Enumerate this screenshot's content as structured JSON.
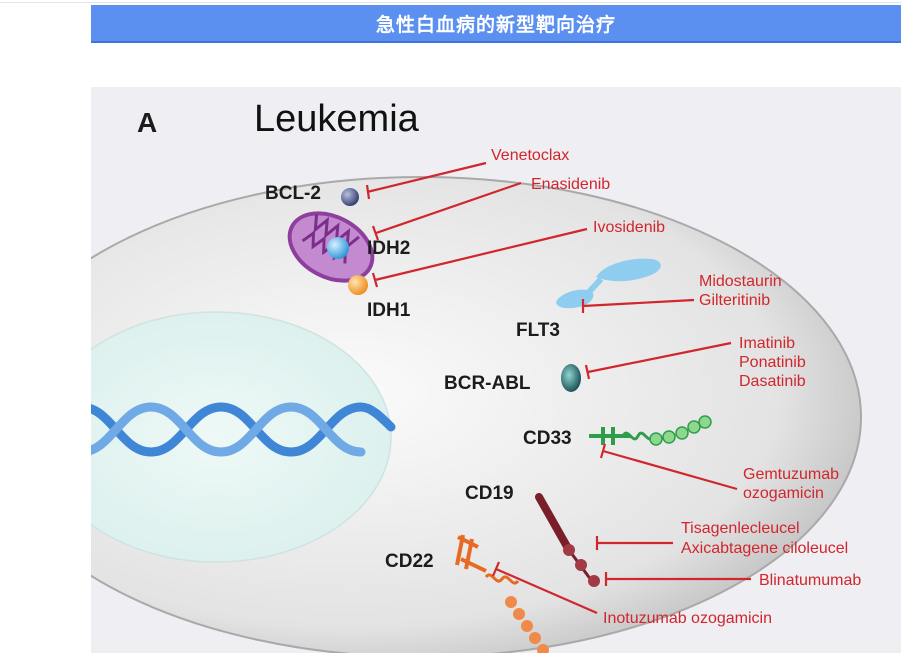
{
  "header": {
    "title": "急性白血病的新型靶向治疗"
  },
  "figure": {
    "panel_letter": "A",
    "title": "Leukemia",
    "targets": {
      "bcl2": "BCL-2",
      "idh2": "IDH2",
      "idh1": "IDH1",
      "flt3": "FLT3",
      "bcr_abl": "BCR-ABL",
      "cd33": "CD33",
      "cd19": "CD19",
      "cd22": "CD22"
    },
    "drugs": {
      "venetoclax": "Venetoclax",
      "enasidenib": "Enasidenib",
      "ivosidenib": "Ivosidenib",
      "midostaurin": "Midostaurin",
      "gilteritinib": "Gilteritinib",
      "imatinib": "Imatinib",
      "ponatinib": "Ponatinib",
      "dasatinib": "Dasatinib",
      "gemtuzumab_1": "Gemtuzumab",
      "gemtuzumab_2": "ozogamicin",
      "tisagenlecleucel": "Tisagenlecleucel",
      "axicabtagene": "Axicabtagene ciloleucel",
      "blinatumomab": "Blinatumumab",
      "inotuzumab": "Inotuzumab ozogamicin"
    },
    "colors": {
      "inhibitor_red": "#d1262c",
      "title_bar": "#5b8ff0",
      "dna_blue": "#3f86d6",
      "mitochondria_purple": "#9a4fa8"
    }
  }
}
